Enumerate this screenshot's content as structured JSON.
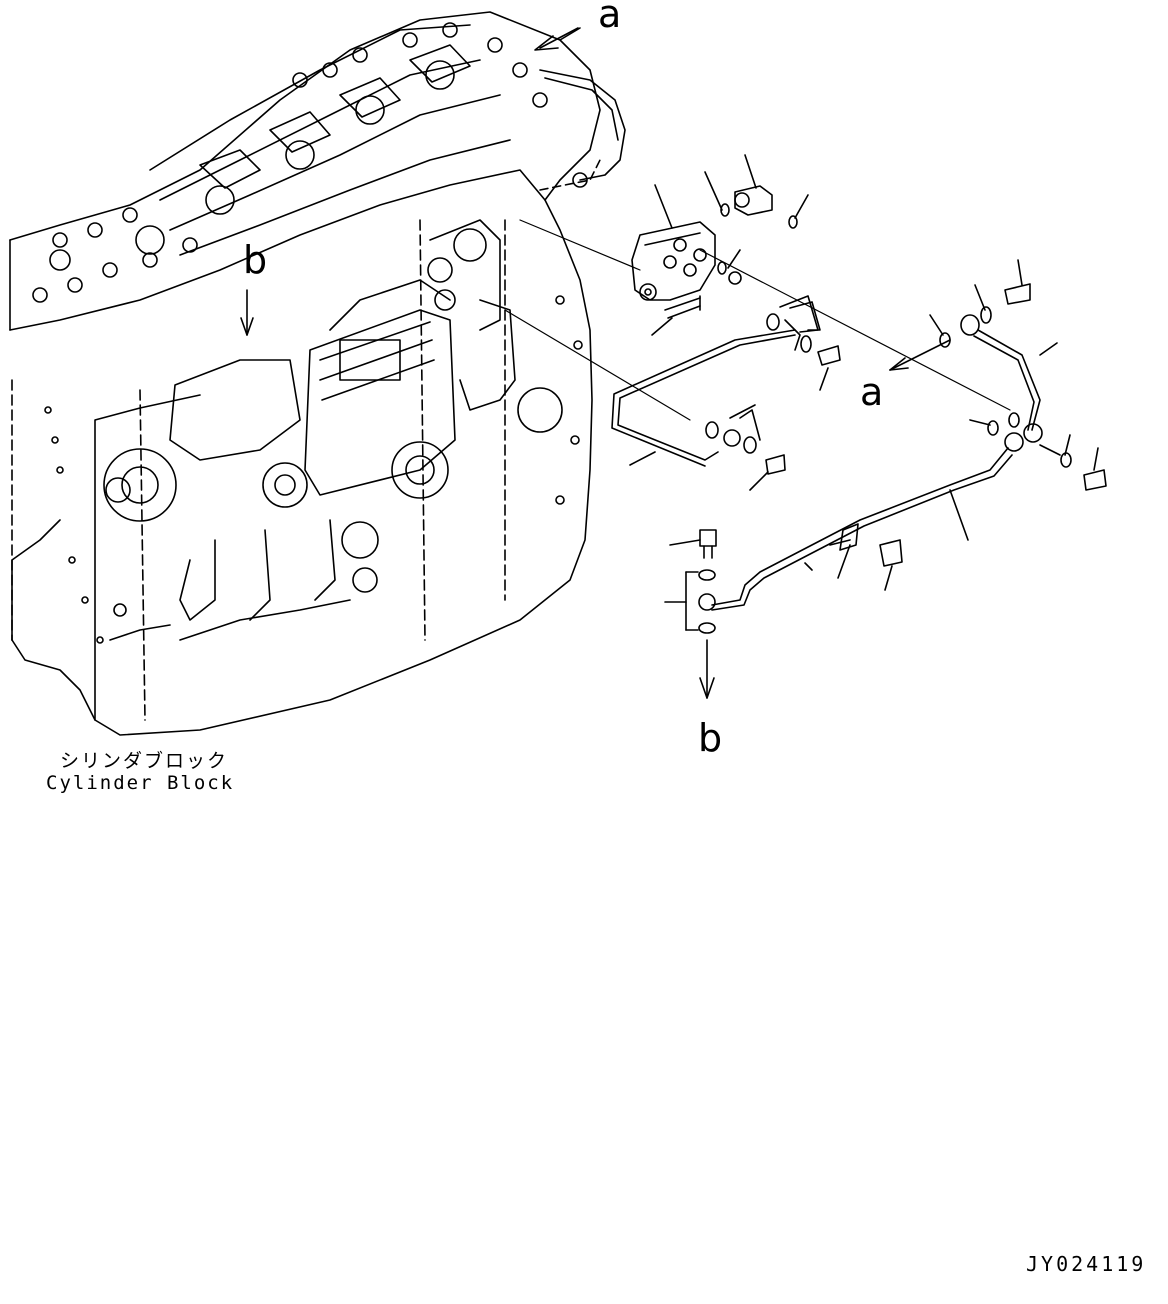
{
  "callouts": {
    "a_top": "a",
    "b_left": "b",
    "a_mid": "a",
    "b_bottom": "b"
  },
  "caption": {
    "japanese": "シリンダブロック",
    "english": "Cylinder Block"
  },
  "drawing_code": "JY024119",
  "colors": {
    "ink": "#000000",
    "paper": "#ffffff"
  }
}
